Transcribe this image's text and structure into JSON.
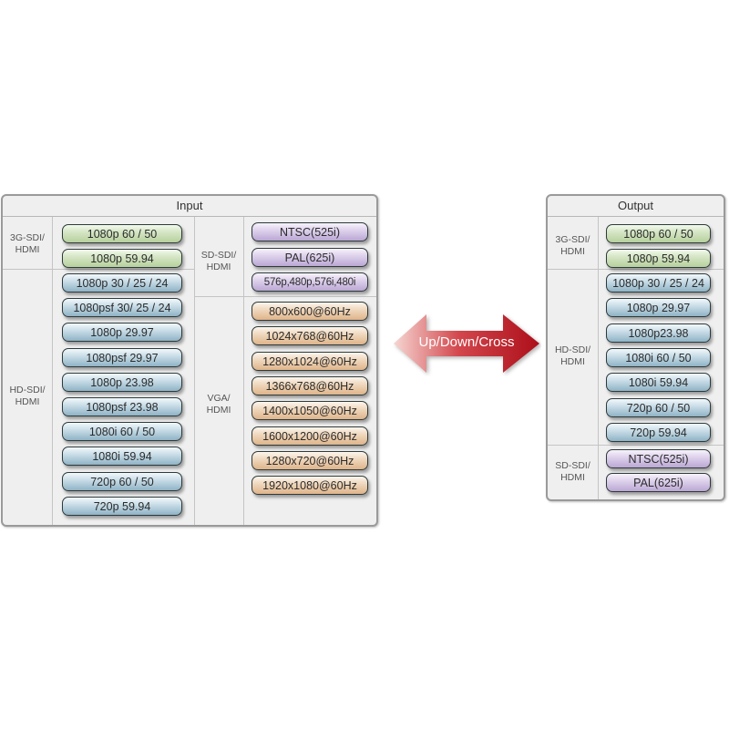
{
  "input": {
    "title": "Input",
    "groups": [
      {
        "label": "3G-SDI/\nHDMI",
        "label_lines": [
          "3G-SDI/",
          "HDMI"
        ],
        "color": "green",
        "items": [
          "1080p 60 / 50",
          "1080p 59.94"
        ]
      },
      {
        "label_lines": [
          "HD-SDI/",
          "HDMI"
        ],
        "color": "blue",
        "items": [
          "1080p 30 / 25 / 24",
          "1080psf 30/ 25 / 24",
          "1080p 29.97",
          "1080psf 29.97",
          "1080p 23.98",
          "1080psf 23.98",
          "1080i 60 / 50",
          "1080i 59.94",
          "720p 60 / 50",
          "720p 59.94"
        ]
      },
      {
        "label_lines": [
          "SD-SDI/",
          "HDMI"
        ],
        "color": "purple",
        "items": [
          "NTSC(525i)",
          "PAL(625i)",
          "576p,480p,576i,480i"
        ]
      },
      {
        "label_lines": [
          "VGA/",
          "HDMI"
        ],
        "color": "orange",
        "items": [
          "800x600@60Hz",
          "1024x768@60Hz",
          "1280x1024@60Hz",
          "1366x768@60Hz",
          "1400x1050@60Hz",
          "1600x1200@60Hz",
          "1280x720@60Hz",
          "1920x1080@60Hz"
        ]
      }
    ]
  },
  "arrow": {
    "label": "Up/Down/Cross",
    "color_light": "#f3c9c4",
    "color_dark": "#b5121b"
  },
  "output": {
    "title": "Output",
    "groups": [
      {
        "label_lines": [
          "3G-SDI/",
          "HDMI"
        ],
        "color": "green",
        "items": [
          "1080p 60 / 50",
          "1080p 59.94"
        ]
      },
      {
        "label_lines": [
          "HD-SDI/",
          "HDMI"
        ],
        "color": "blue",
        "items": [
          "1080p 30 / 25 / 24",
          "1080p 29.97",
          "1080p23.98",
          "1080i 60 / 50",
          "1080i 59.94",
          "720p 60 / 50",
          "720p 59.94"
        ]
      },
      {
        "label_lines": [
          "SD-SDI/",
          "HDMI"
        ],
        "color": "purple",
        "items": [
          "NTSC(525i)",
          "PAL(625i)"
        ]
      }
    ]
  },
  "colors": {
    "green": "#c7ddb3",
    "blue": "#b1cbd9",
    "purple": "#d3c5e4",
    "orange": "#ebc9a4"
  }
}
